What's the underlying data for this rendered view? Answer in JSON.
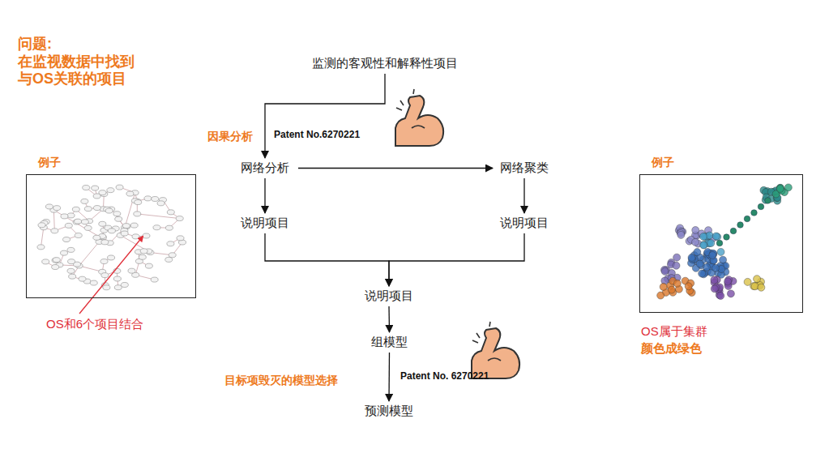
{
  "diagram": {
    "title": "问题: 在监视数据中找到 与OS关联的项目",
    "nodes": [
      {
        "text": [
          "监测的客观性和解释性项目"
        ]
      },
      {
        "text": [
          "例子"
        ]
      },
      {
        "text": [
          "网络分析"
        ]
      },
      {
        "text": [
          "网络聚类"
        ]
      },
      {
        "text": [
          "例子"
        ]
      },
      {
        "text": [
          "说明项目"
        ]
      },
      {
        "text": [
          "说明项目"
        ]
      },
      {
        "text": [
          "说明项目"
        ]
      },
      {
        "text": [
          "组模型"
        ]
      },
      {
        "text": [
          "预测模型"
        ]
      }
    ],
    "edges": [
      {
        "from": 0,
        "to": 2,
        "arrow": "to"
      },
      {
        "from": 2,
        "to": 3,
        "arrow": "to"
      },
      {
        "from": 2,
        "to": 5,
        "arrow": "to"
      },
      {
        "from": 3,
        "to": 6,
        "arrow": "to"
      },
      {
        "from": 5,
        "to": 7,
        "arrow": "to"
      },
      {
        "from": 6,
        "to": 7,
        "arrow": "to"
      },
      {
        "from": 7,
        "to": 8,
        "arrow": "to"
      },
      {
        "from": 8,
        "to": 9,
        "arrow": "to"
      }
    ],
    "labels": [
      "因果分析",
      "Patent No.6270221",
      "OS和6个项目结合",
      "OS属于集群",
      "颜色成绿色",
      "目标项毁灭的模型选择",
      "Patent No. 6270221"
    ]
  }
}
